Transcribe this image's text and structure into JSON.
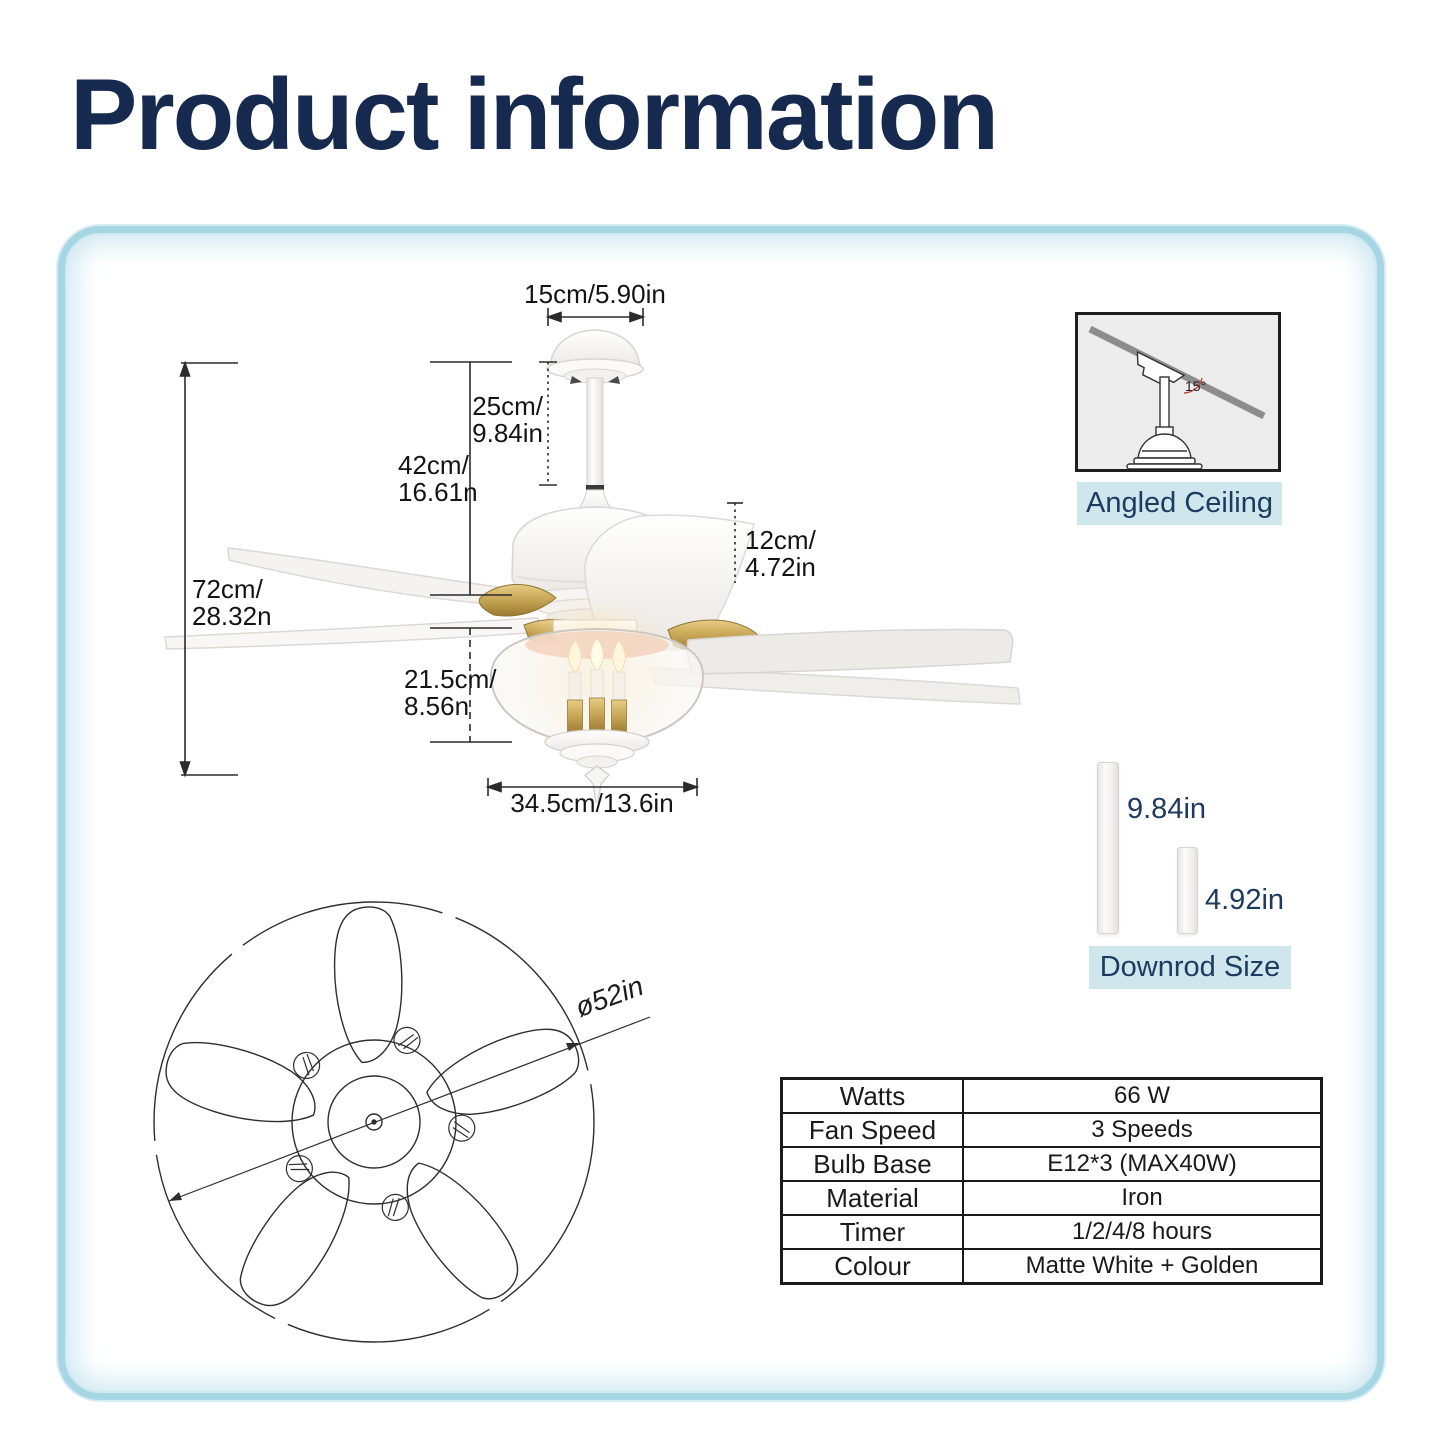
{
  "title": "Product information",
  "fan_diagram": {
    "labels": {
      "canopy_width": "15cm/5.90in",
      "downrod_length": [
        "25cm/",
        "9.84in"
      ],
      "upper_height": [
        "42cm/",
        "16.61n"
      ],
      "total_height": [
        "72cm/",
        "28.32n"
      ],
      "blade_drop": [
        "12cm/",
        "4.72in"
      ],
      "light_height": [
        "21.5cm/",
        "8.56n"
      ],
      "light_width": "34.5cm/13.6in"
    }
  },
  "bottom_view": {
    "diameter_label": "ø52in"
  },
  "angled_ceiling": {
    "caption": "Angled Ceiling",
    "angle_label": "15°"
  },
  "downrod_sizes": {
    "caption": "Downrod Size",
    "long_label": "9.84in",
    "short_label": "4.92in"
  },
  "spec_table": {
    "rows": [
      {
        "label": "Watts",
        "value": "66 W"
      },
      {
        "label": "Fan Speed",
        "value": "3 Speeds"
      },
      {
        "label": "Bulb Base",
        "value": "E12*3  (MAX40W)"
      },
      {
        "label": "Material",
        "value": "Iron"
      },
      {
        "label": "Timer",
        "value": "1/2/4/8 hours"
      },
      {
        "label": "Colour",
        "value": "Matte White + Golden"
      }
    ]
  },
  "colors": {
    "accent_navy": "#16294e",
    "label_bg": "#cfe6ed",
    "panel_border": "#a6d5e3",
    "gold": "#c5a452"
  }
}
